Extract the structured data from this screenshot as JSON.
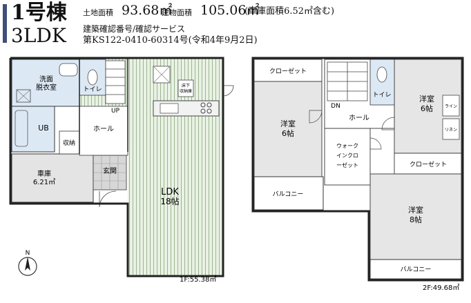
{
  "header": {
    "unit": "1号棟",
    "plan": "3LDK",
    "land_label": "土地面積",
    "land_value": "93.68㎡",
    "building_label": "建物面積",
    "building_value": "105.06㎡",
    "building_note": "(車庫面積6.52㎡含む)",
    "cert_line1": "建築確認番号/確認サービス",
    "cert_line2": "第KS122-0410-60314号(令和4年9月2日)"
  },
  "floor1": {
    "wash": "洗面",
    "dressing": "脱衣室",
    "toilet": "トイレ",
    "up": "UP",
    "ub": "UB",
    "hall": "ホール",
    "storage": "収納",
    "garage": "車庫",
    "garage_area": "6.21㎡",
    "entrance": "玄関",
    "ldk": "LDK",
    "ldk_size": "18帖",
    "underfloor": "床下",
    "underfloor2": "収納庫",
    "area": "1F:55.38㎡"
  },
  "floor2": {
    "closet_a": "クローゼット",
    "dn": "DN",
    "toilet": "トイレ",
    "western_a": "洋室",
    "western_a_size": "6帖",
    "hall": "ホール",
    "western_b": "洋室",
    "western_b_size": "6帖",
    "linen1": "ライン",
    "linen2": "リネン",
    "wic1": "ウォーク",
    "wic2": "インクロ",
    "wic3": "ーゼット",
    "closet_b": "クローゼット",
    "balcony_a": "バルコニー",
    "western_c": "洋室",
    "western_c_size": "8帖",
    "balcony_b": "バルコニー",
    "area": "2F:49.68㎡"
  },
  "compass": "N"
}
